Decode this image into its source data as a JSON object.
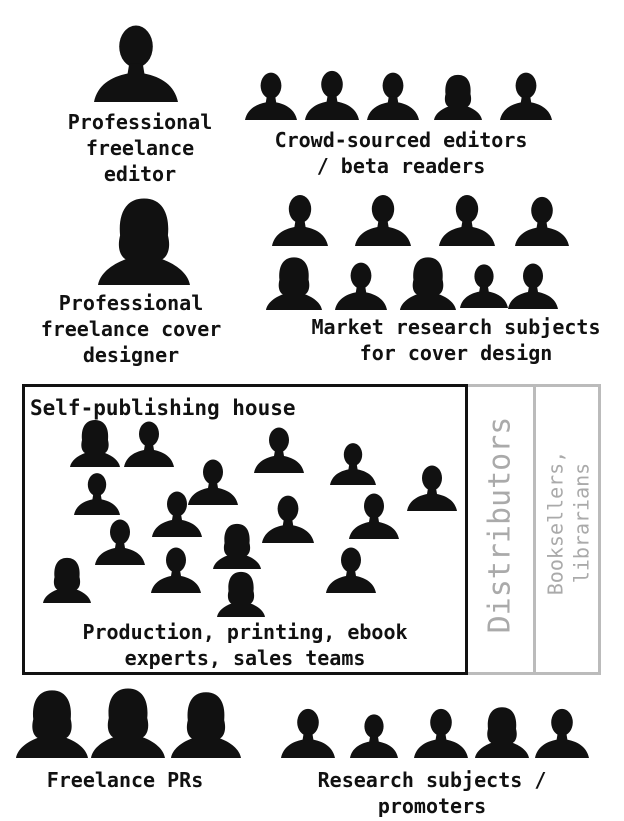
{
  "labels": {
    "editor": "Professional\nfreelance\neditor",
    "crowd_editors": "Crowd-sourced editors\n/ beta readers",
    "cover_designer": "Professional\nfreelance cover\ndesigner",
    "market_research": "Market research subjects\nfor cover design",
    "house_title": "Self-publishing house",
    "house_staff": "Production, printing, ebook\nexperts, sales teams",
    "distributors": "Distributors",
    "booksellers": "Booksellers,\nlibrarians",
    "freelance_prs": "Freelance PRs",
    "research_promoters": "Research subjects /\npromoters"
  },
  "colors": {
    "silhouette": "#111111",
    "house_border": "#111111",
    "channel_border": "#bbbbbb",
    "channel_text": "#aaaaaa"
  },
  "icon": "person-silhouette-icon"
}
